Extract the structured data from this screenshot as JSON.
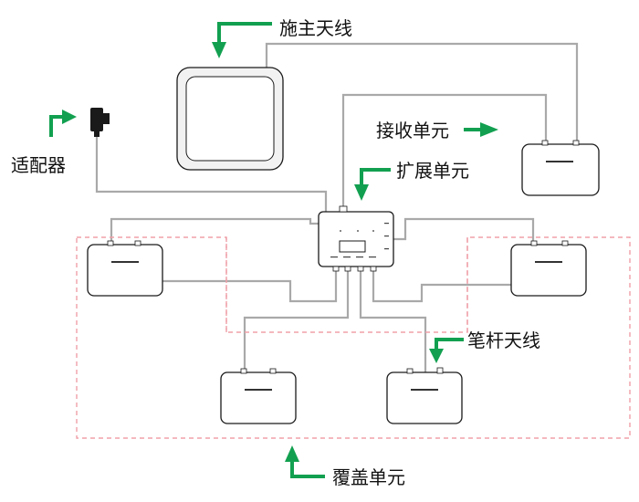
{
  "labels": {
    "master_antenna": "施主天线",
    "adapter": "适配器",
    "receiver_unit": "接收单元",
    "expansion_unit": "扩展单元",
    "pen_antenna": "笔杆天线",
    "coverage_unit": "覆盖单元"
  },
  "colors": {
    "arrow": "#12a050",
    "cable": "#a9a9a9",
    "coverage_zone": "#f0a0a8",
    "device_outline": "#1a1a1a"
  },
  "icons": {
    "arrow": "green-bent-arrow-icon",
    "adapter": "power-adapter-icon"
  }
}
